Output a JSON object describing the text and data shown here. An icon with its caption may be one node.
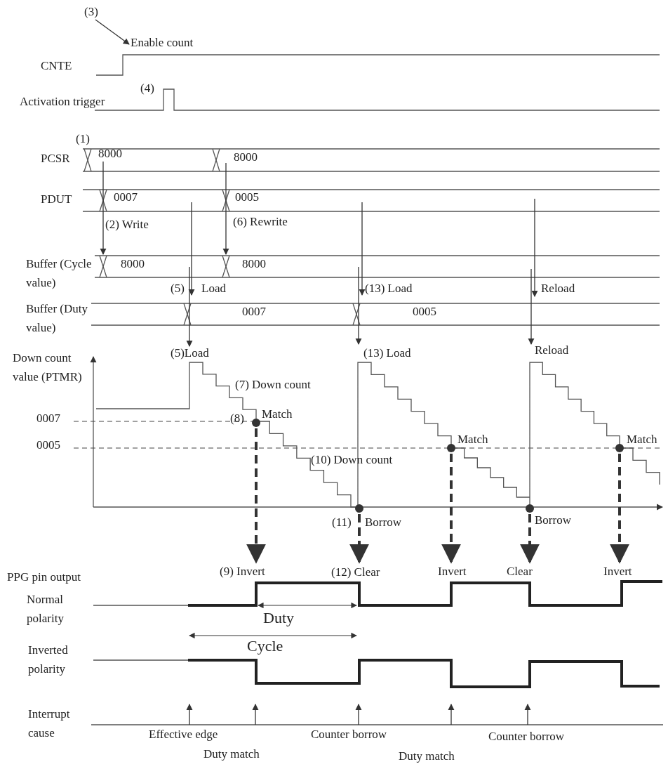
{
  "diagram": {
    "nodes": [
      {
        "text": [
          "(3)"
        ]
      },
      {
        "text": [
          "Enable count"
        ]
      }
    ],
    "edges": [
      {
        "from": 0,
        "to": 1,
        "arrow": "to"
      }
    ],
    "labels": [
      "CNTE",
      "(4)",
      "Activation trigger",
      "(1)",
      "PCSR",
      "8000",
      "8000",
      "PDUT",
      "0007",
      "0005",
      "(2) Write",
      "(6) Rewrite",
      "Buffer (Cycle value)",
      "8000",
      "8000",
      "(5)",
      "Load",
      "(13) Load",
      "Reload",
      "Buffer (Duty value)",
      "0007",
      "0005",
      "Down count value (PTMR)",
      "(5)Load",
      "(13) Load",
      "Reload",
      "(7) Down count",
      "0007",
      "(8)",
      "Match",
      "0005",
      "Match",
      "Match",
      "(10) Down count",
      "(11)",
      "Borrow",
      "Borrow",
      "PPG pin output",
      "(9) Invert",
      "(12) Clear",
      "Invert",
      "Clear",
      "Invert",
      "Normal polarity",
      "Duty",
      "Cycle",
      "Inverted polarity",
      "Interrupt cause",
      "Effective edge",
      "Counter borrow",
      "Counter borrow",
      "Duty match",
      "Duty match"
    ]
  }
}
